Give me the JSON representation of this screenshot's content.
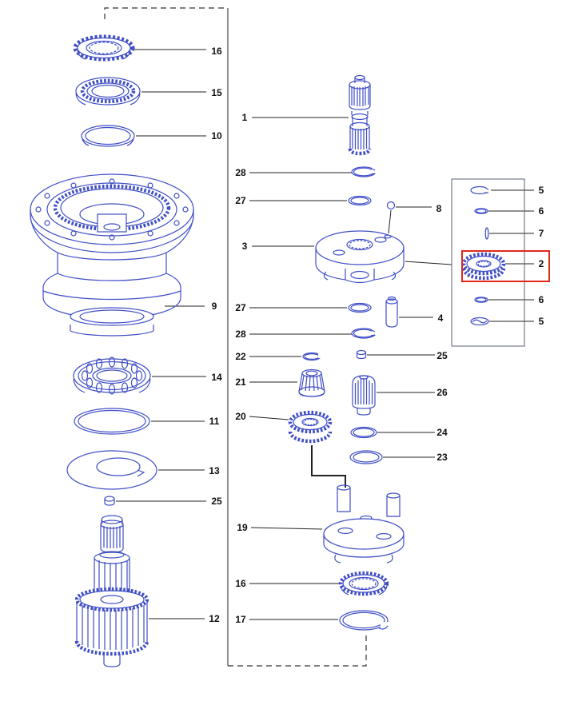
{
  "diagram": {
    "type": "exploded-parts-diagram",
    "highlighted_part_label": "2",
    "colors": {
      "part_line": "#3f4ec6",
      "leader_line": "#222222",
      "highlight_box": "#e0271b",
      "label_text": "#101010",
      "background": "#ffffff"
    },
    "callouts": [
      {
        "label": "16"
      },
      {
        "label": "15"
      },
      {
        "label": "10"
      },
      {
        "label": "9"
      },
      {
        "label": "14"
      },
      {
        "label": "11"
      },
      {
        "label": "13"
      },
      {
        "label": "25"
      },
      {
        "label": "12"
      },
      {
        "label": "1"
      },
      {
        "label": "28"
      },
      {
        "label": "27"
      },
      {
        "label": "3"
      },
      {
        "label": "27"
      },
      {
        "label": "28"
      },
      {
        "label": "22"
      },
      {
        "label": "21"
      },
      {
        "label": "20"
      },
      {
        "label": "19"
      },
      {
        "label": "16"
      },
      {
        "label": "17"
      },
      {
        "label": "8"
      },
      {
        "label": "4"
      },
      {
        "label": "25"
      },
      {
        "label": "26"
      },
      {
        "label": "24"
      },
      {
        "label": "23"
      },
      {
        "label": "5"
      },
      {
        "label": "6"
      },
      {
        "label": "7"
      },
      {
        "label": "2"
      },
      {
        "label": "6"
      },
      {
        "label": "5"
      }
    ]
  }
}
